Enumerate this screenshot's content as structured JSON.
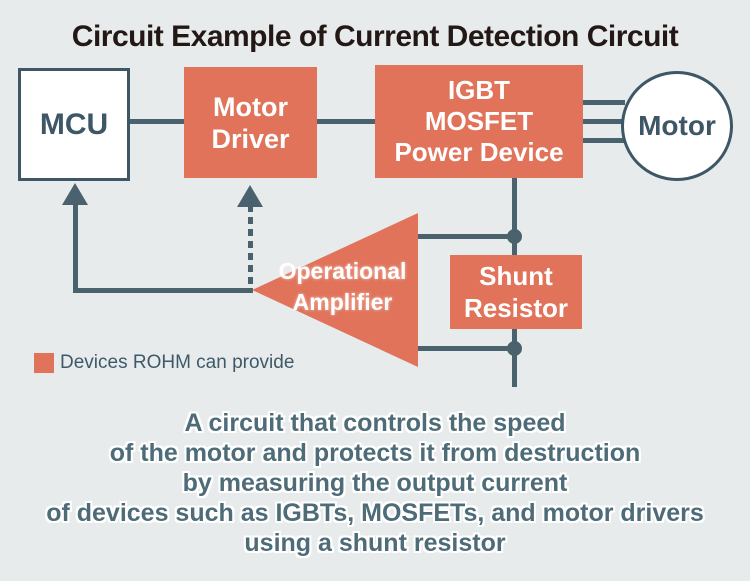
{
  "title": "Circuit Example of Current Detection Circuit",
  "colors": {
    "accent": "#E0735A",
    "line": "#4A626E",
    "dark_text": "#3D5766",
    "background": "#E8EBEC",
    "caption_text": "#4E6C78",
    "title_text": "#231815"
  },
  "blocks": {
    "mcu": {
      "label": "MCU"
    },
    "motor_driver": {
      "line1": "Motor",
      "line2": "Driver"
    },
    "power_device": {
      "line1": "IGBT",
      "line2": "MOSFET",
      "line3": "Power Device"
    },
    "motor": {
      "label": "Motor"
    },
    "op_amp": {
      "line1": "Operational",
      "line2": "Amplifier"
    },
    "shunt_resistor": {
      "line1": "Shunt",
      "line2": "Resistor"
    }
  },
  "legend": {
    "swatch_color": "#E0735A",
    "label": "Devices ROHM can provide"
  },
  "caption": {
    "line1": "A circuit that controls the speed",
    "line2": "of the motor and protects it from destruction",
    "line3": "by measuring the output current",
    "line4": "of devices such as IGBTs, MOSFETs, and motor drivers",
    "line5": "using a shunt resistor"
  }
}
